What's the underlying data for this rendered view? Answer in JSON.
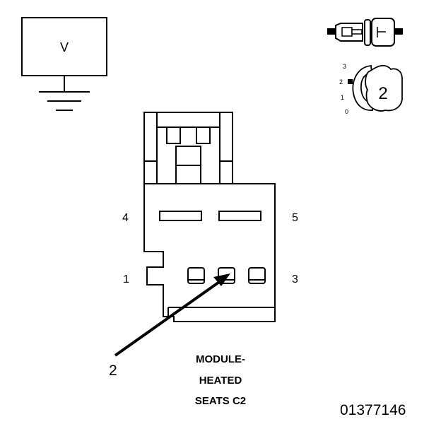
{
  "meter": {
    "label": "V"
  },
  "icons": {
    "connector_view": "connector-side-view-icon",
    "probe_position": "probe-position-icon"
  },
  "probe": {
    "positions": [
      "3",
      "2",
      "1",
      "0"
    ],
    "current": "2"
  },
  "connector": {
    "pins": {
      "p4": "4",
      "p5": "5",
      "p1": "1",
      "p3": "3"
    },
    "probe_callout": "2",
    "title_lines": [
      "MODULE-",
      "HEATED",
      "SEATS C2"
    ]
  },
  "figure_number": "01377146"
}
